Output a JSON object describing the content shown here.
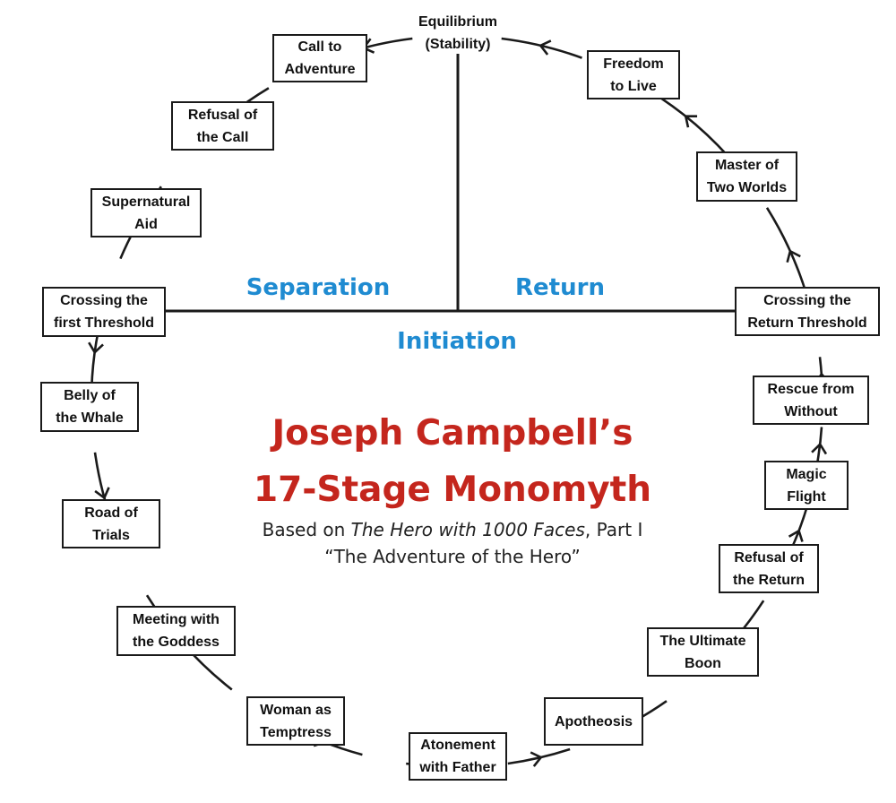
{
  "colors": {
    "phase_blue": "#1f8bd1",
    "title_red": "#c4261d",
    "line": "#1a1a1a"
  },
  "diagram": {
    "top_label": "Equilibrium\n(Stability)",
    "phases": {
      "separation": "Separation",
      "return": "Return",
      "initiation": "Initiation"
    },
    "title": {
      "line1": "Joseph Campbell’s",
      "line2": "17-Stage Monomyth"
    },
    "subtitle": {
      "prefix": "Based on ",
      "book": "The Hero with 1000 Faces",
      "suffix": ", Part I",
      "line2": "“The Adventure of the Hero”"
    },
    "stages": [
      "Call to\nAdventure",
      "Refusal of\nthe Call",
      "Supernatural\nAid",
      "Crossing the\nfirst Threshold",
      "Belly of\nthe Whale",
      "Road of\nTrials",
      "Meeting with\nthe Goddess",
      "Woman as\nTemptress",
      "Atonement\nwith Father",
      "Apotheosis",
      "The Ultimate\nBoon",
      "Refusal of\nthe Return",
      "Magic\nFlight",
      "Rescue from\nWithout",
      "Crossing the\nReturn Threshold",
      "Master of\nTwo Worlds",
      "Freedom\nto Live"
    ]
  }
}
